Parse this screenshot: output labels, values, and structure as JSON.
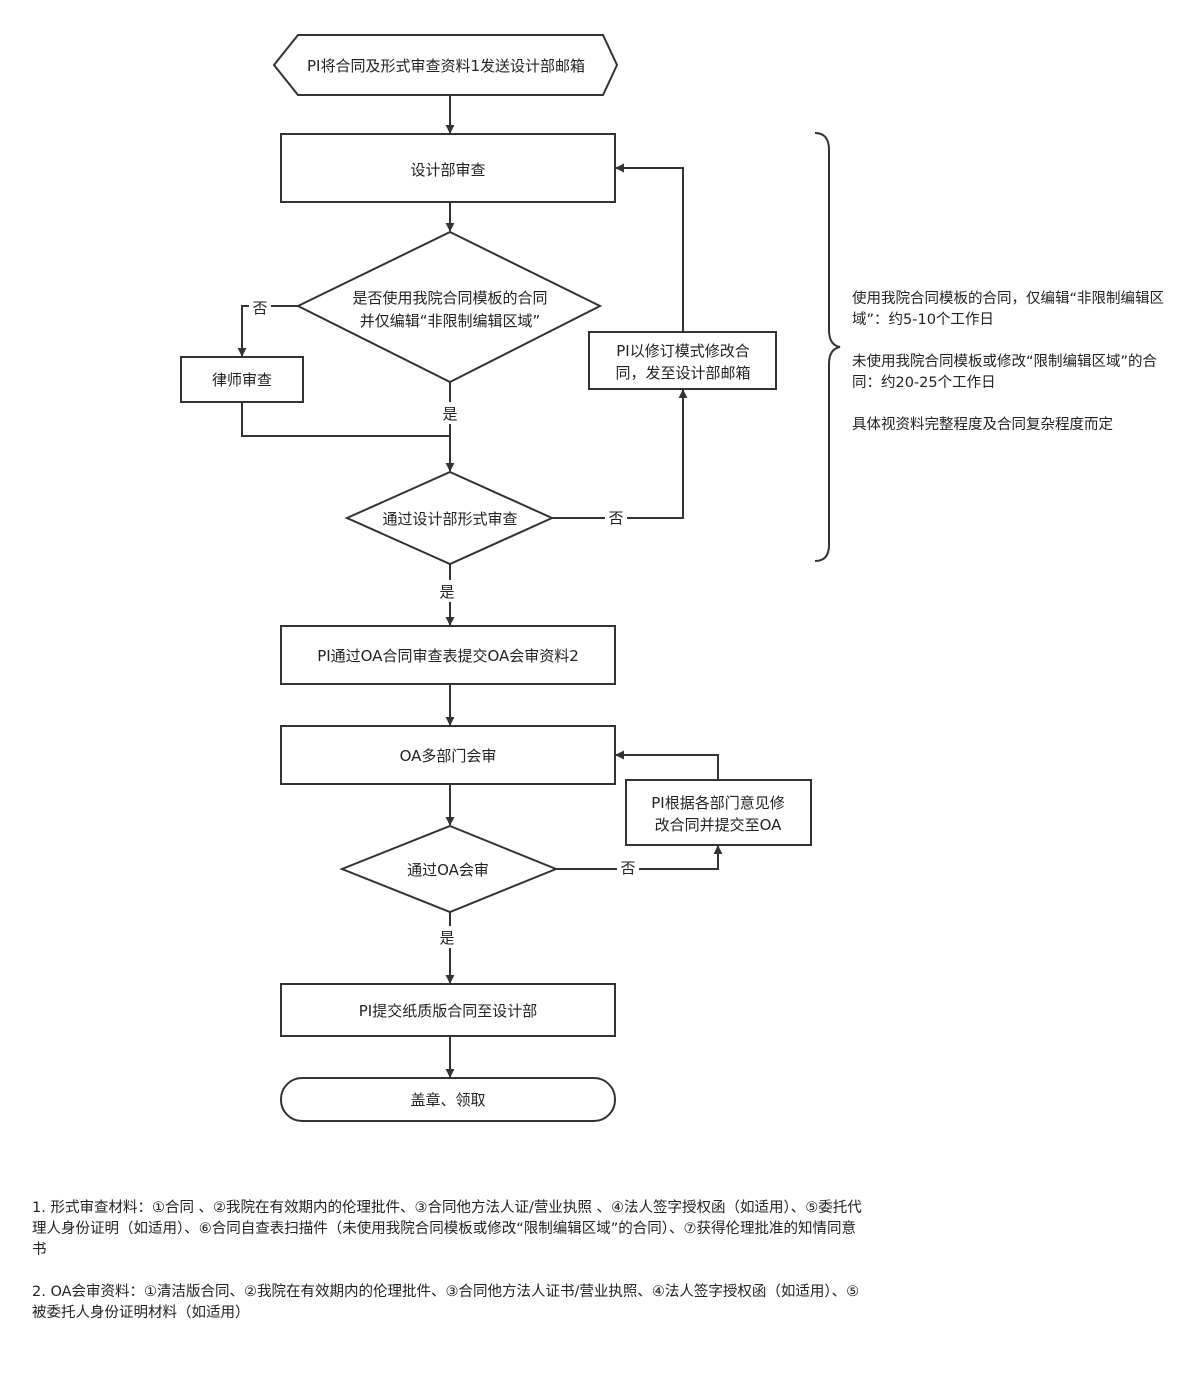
{
  "flowchart": {
    "start": "PI将合同及形式审查资料1发送设计部邮箱",
    "dept_review": "设计部审查",
    "decision_template": [
      "是否使用我院合同模板的合同",
      "并仅编辑“非限制编辑区域”"
    ],
    "lawyer_review": "律师审查",
    "decision_formal": "通过设计部形式审查",
    "pi_revise": [
      "PI以修订模式修改合",
      "同，发至设计部邮箱"
    ],
    "pi_submit_oa": "PI通过OA合同审查表提交OA会审资料2",
    "oa_review": "OA多部门会审",
    "pi_modify_oa": [
      "PI根据各部门意见修",
      "改合同并提交至OA"
    ],
    "decision_oa": "通过OA会审",
    "pi_paper": "PI提交纸质版合同至设计部",
    "end": "盖章、领取",
    "yes": "是",
    "no": "否"
  },
  "side_note": {
    "line1": "使用我院合同模板的合同，仅编辑“非限制编辑区域”：约5-10个工作日",
    "line2": "未使用我院合同模板或修改“限制编辑区域”的合同：约20-25个工作日",
    "line3": "具体视资料完整程度及合同复杂程度而定"
  },
  "footnotes": {
    "note1": "1. 形式审查材料：①合同 、②我院在有效期内的伦理批件、③合同他方法人证/营业执照 、④法人签字授权函（如适用）、⑤委托代理人身份证明（如适用）、⑥合同自查表扫描件（未使用我院合同模板或修改“限制编辑区域”的合同）、⑦获得伦理批准的知情同意书",
    "note2": "2. OA会审资料：①清洁版合同、②我院在有效期内的伦理批件、③合同他方法人证书/营业执照、④法人签字授权函（如适用）、⑤被委托人身份证明材料（如适用）"
  }
}
